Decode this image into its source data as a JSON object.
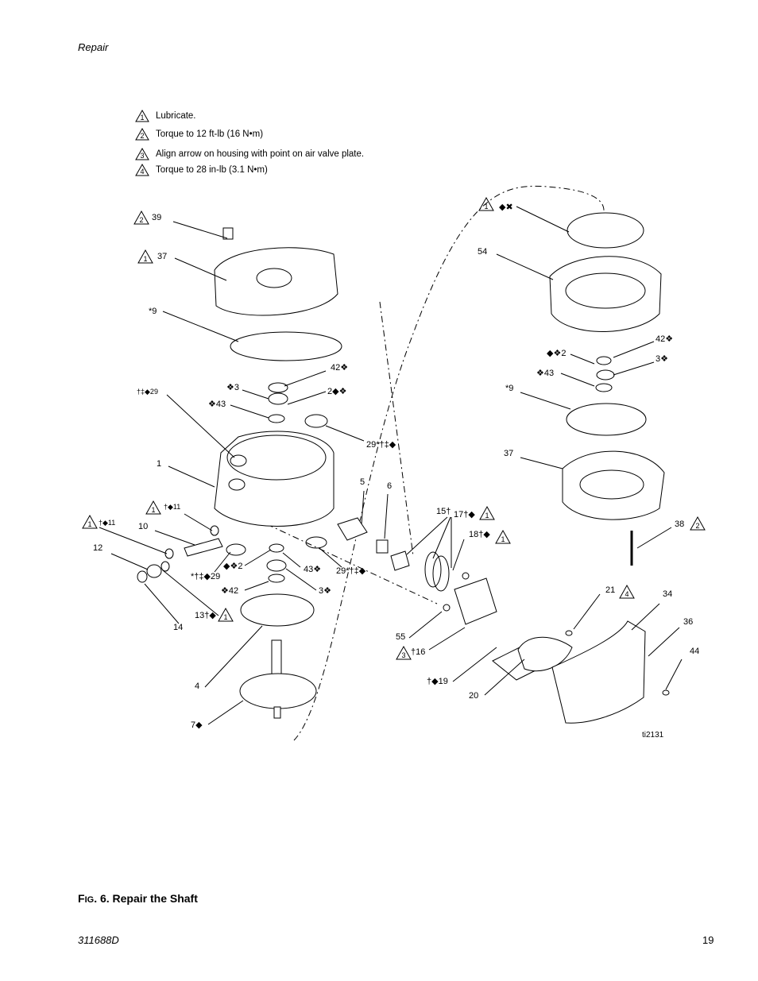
{
  "header": {
    "section": "Repair"
  },
  "notes": [
    {
      "num": "1",
      "text": "Lubricate."
    },
    {
      "num": "2",
      "text": "Torque to 12 ft-lb (16 N•m)"
    },
    {
      "num": "3",
      "text": "Align arrow on housing with point on air valve plate."
    },
    {
      "num": "4",
      "text": "Torque to 28 in-lb (3.1 N•m)"
    }
  ],
  "callouts": {
    "c39": "39",
    "c37": "37",
    "c9": "*9",
    "c42a": "42❖",
    "c3a": "❖3",
    "c2a": "2◆❖",
    "c43a": "❖43",
    "c29a": "†‡◆29",
    "c1": "1",
    "c29b": "29*†‡◆",
    "c5": "5",
    "c6": "6",
    "c11a": "†◆11",
    "c11b": "†◆11",
    "c10": "10",
    "c12": "12",
    "c29c": "*†‡◆29",
    "c2b": "◆❖2",
    "c43b": "43❖",
    "c29d": "29*†‡◆",
    "c42b": "❖42",
    "c3b": "3❖",
    "c13": "13†◆",
    "c14": "14",
    "c15": "15†",
    "c17": "17†◆",
    "c18": "18†◆",
    "c55": "55",
    "c16": "†16",
    "c19": "†◆19",
    "c20": "20",
    "c4": "4",
    "c7": "7◆",
    "cx": "◆✖",
    "c54": "54",
    "c42c": "42❖",
    "c2c": "◆❖2",
    "c3c": "3❖",
    "c43c": "❖43",
    "c9b": "*9",
    "c37b": "37",
    "c38": "38",
    "c21": "21",
    "c34": "34",
    "c36": "36",
    "c44": "44"
  },
  "figure_id": "ti2131",
  "caption": {
    "prefix_big": "F",
    "prefix_small": "IG",
    "rest": ". 6. Repair the Shaft"
  },
  "footer": {
    "doc": "311688D",
    "page": "19"
  }
}
